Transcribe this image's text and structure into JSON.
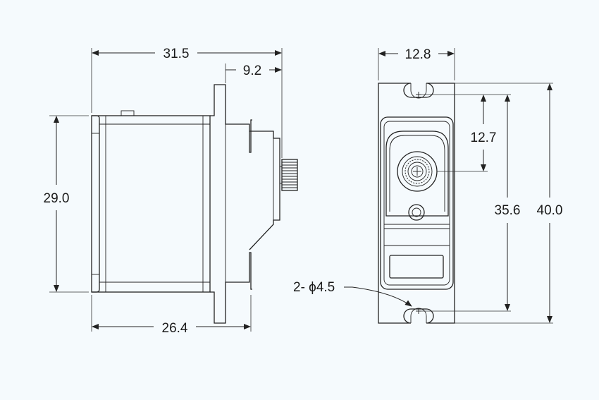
{
  "colors": {
    "background": "#f5fafd",
    "line": "#222222"
  },
  "side_view": {
    "overall_length": "31.5",
    "horn_offset": "9.2",
    "height": "29.0",
    "body_length": "26.4"
  },
  "front_view": {
    "width": "12.8",
    "shaft_offset": "12.7",
    "hole_spacing": "35.6",
    "overall_height": "40.0",
    "hole_callout": "2- ϕ4.5"
  }
}
